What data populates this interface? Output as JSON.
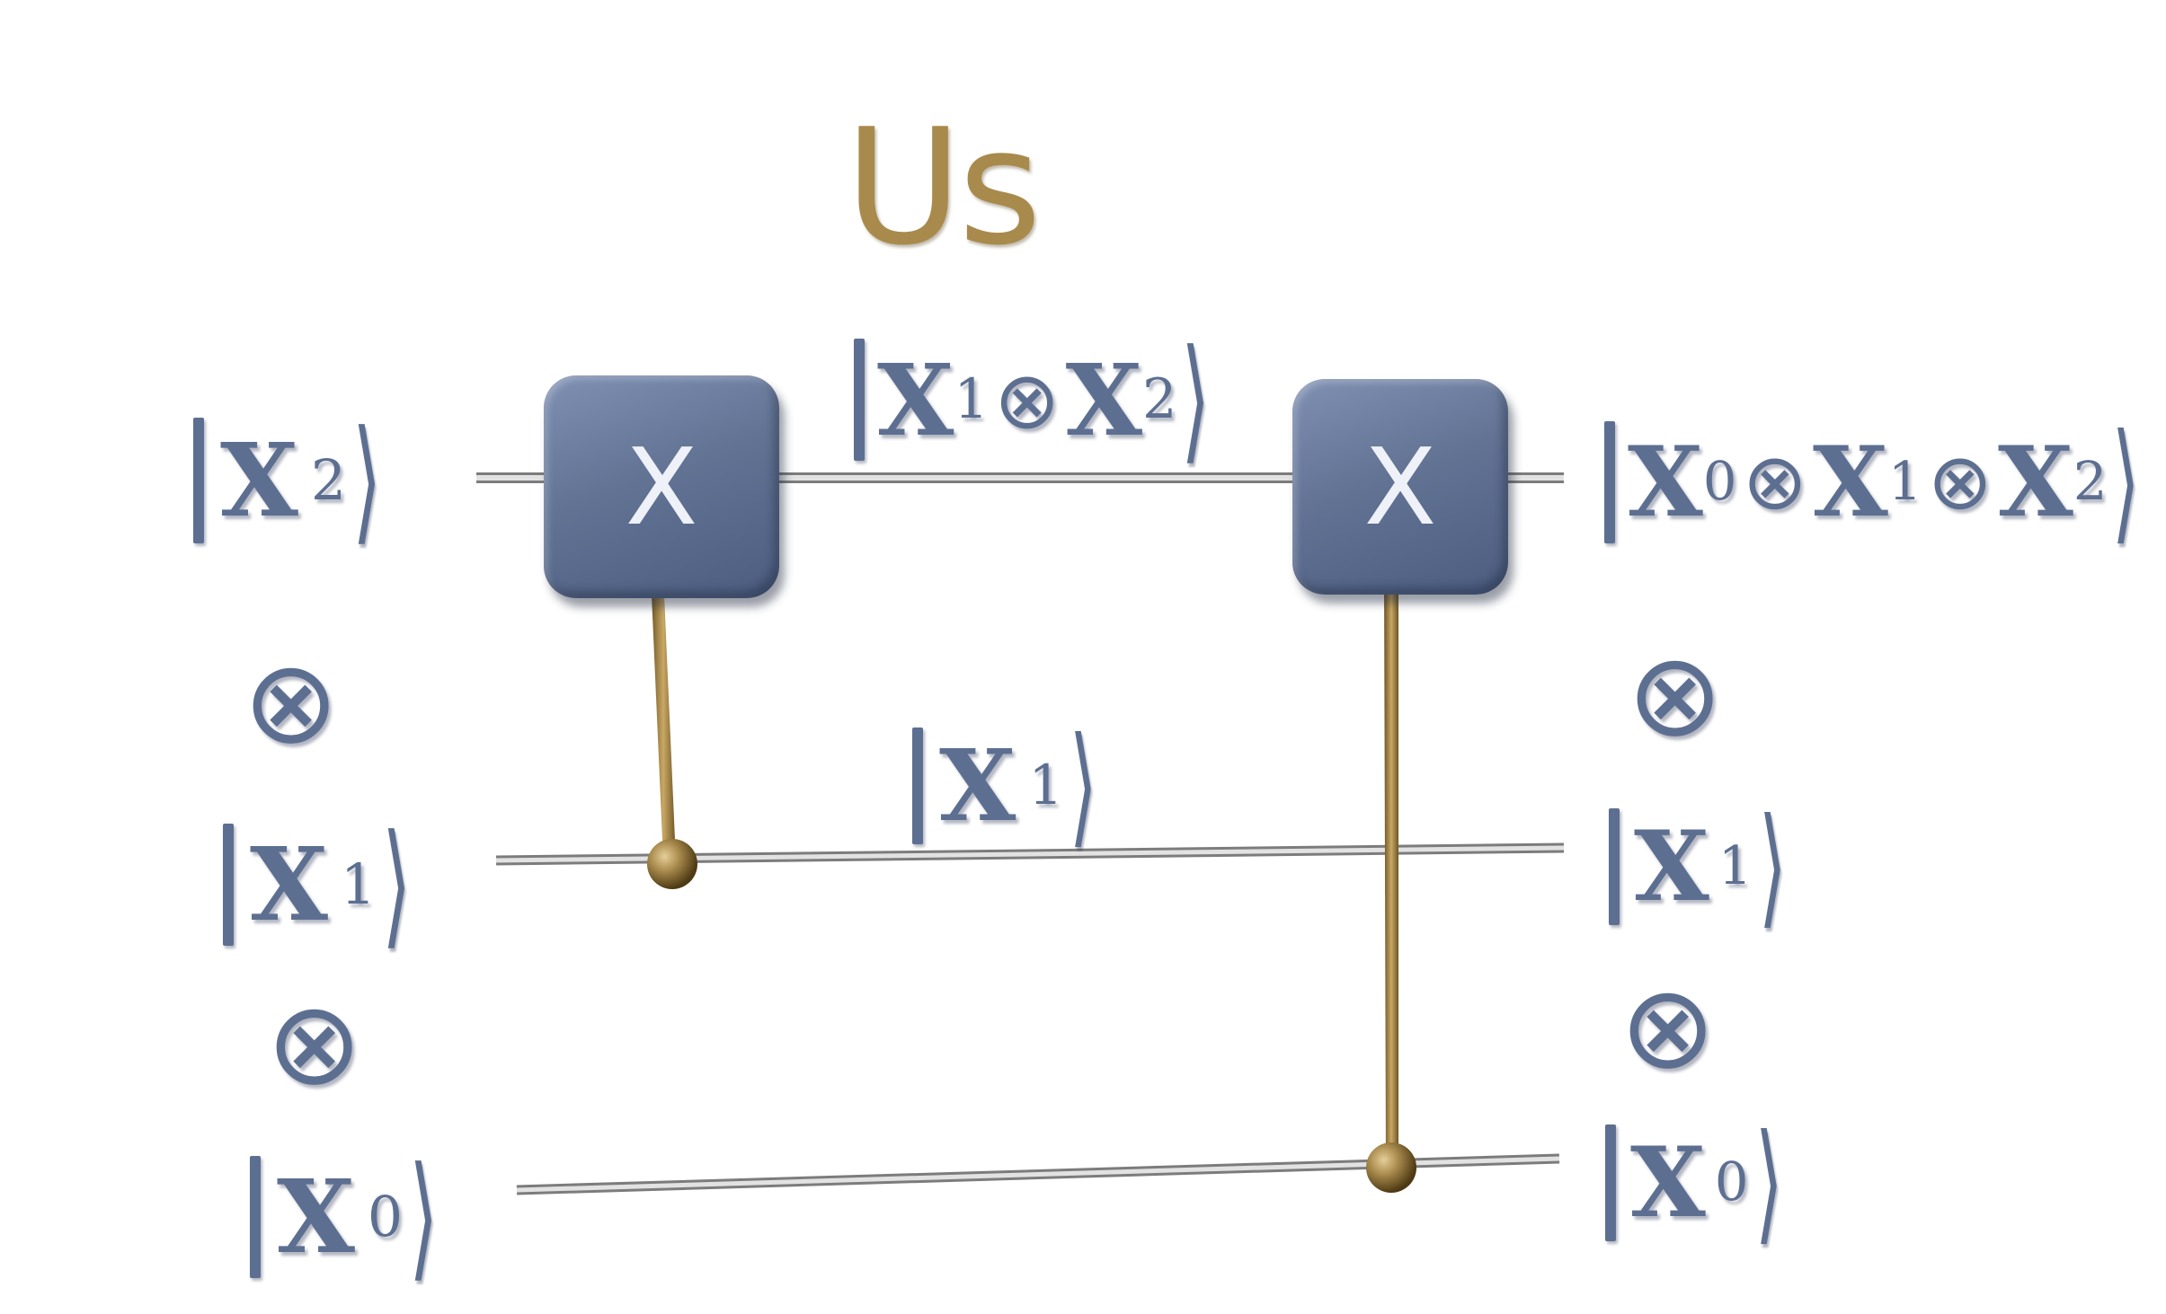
{
  "title": "Us",
  "inputs": {
    "x2": {
      "var": "X",
      "sub": "2"
    },
    "x1": {
      "var": "X",
      "sub": "1"
    },
    "x0": {
      "var": "X",
      "sub": "0"
    }
  },
  "tensor_symbol": "⊗",
  "intermediate": {
    "top": {
      "a_var": "X",
      "a_sub": "1",
      "op": "⊗",
      "b_var": "X",
      "b_sub": "2"
    },
    "middle": {
      "var": "X",
      "sub": "1"
    }
  },
  "gates": {
    "gate1_label": "X",
    "gate2_label": "X"
  },
  "outputs": {
    "top": {
      "a_var": "X",
      "a_sub": "0",
      "op1": "⊗",
      "b_var": "X",
      "b_sub": "1",
      "op2": "⊗",
      "c_var": "X",
      "c_sub": "2"
    },
    "x1": {
      "var": "X",
      "sub": "1"
    },
    "x0": {
      "var": "X",
      "sub": "0"
    }
  },
  "colors": {
    "text": "#5d6f91",
    "gate": "#627394",
    "control": "#a88a4c",
    "wire": "#c9c9c9"
  }
}
